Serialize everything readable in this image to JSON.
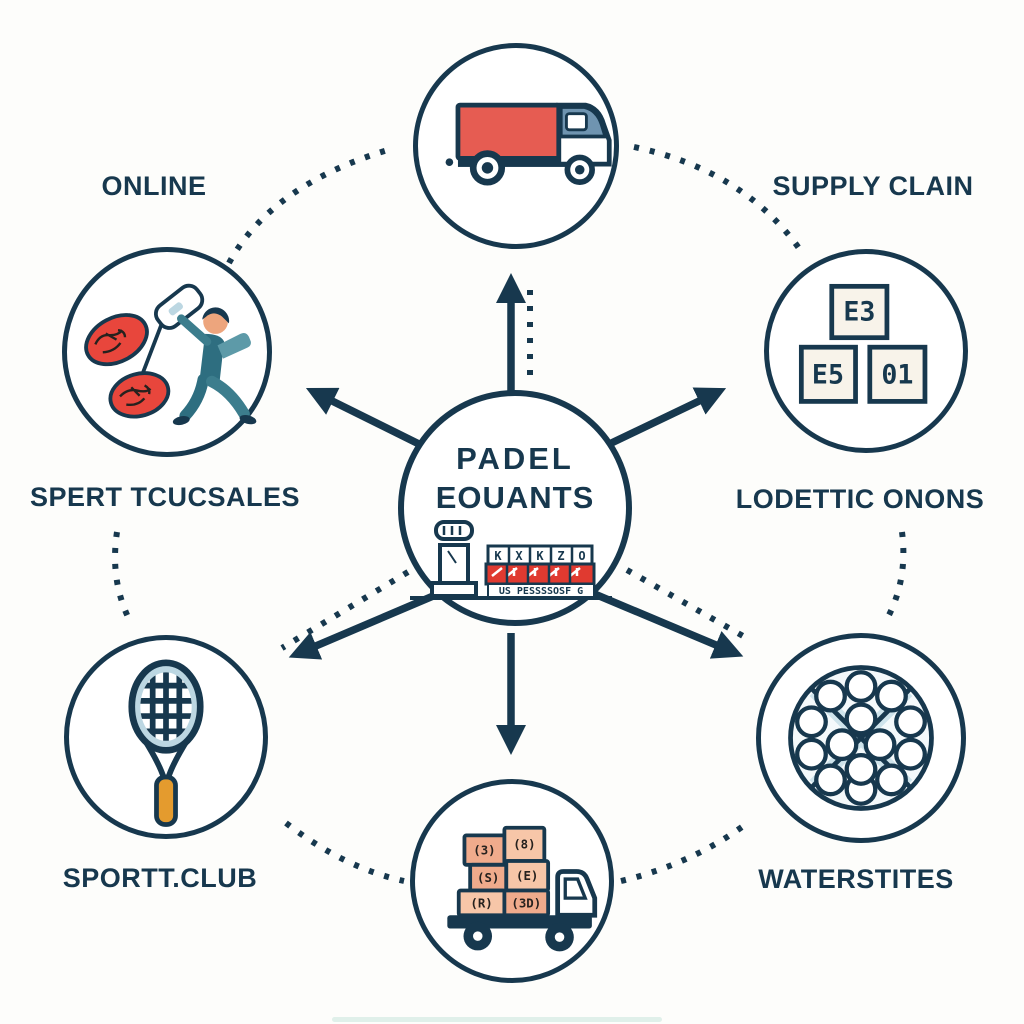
{
  "colors": {
    "navy": "#17384e",
    "red": "#e65c52",
    "bright_red": "#e03a30",
    "steel_blue": "#6f94b0",
    "teal": "#2e6e80",
    "light_teal": "#5d9aa8",
    "skin_peach": "#eda57d",
    "orange": "#e49b2e",
    "box_peach_light": "#f7c6a8",
    "box_peach_dark": "#f0ab8c",
    "cream": "#f8f3ea",
    "light_blue": "#bcd7e2"
  },
  "center": {
    "title_line1": "PADEL",
    "title_line2": "EOUANTS",
    "shelf_glyphs": [
      "K",
      "X",
      "K",
      "Z",
      "O"
    ],
    "shelf_text": "US PESSSSOSF G"
  },
  "labels": {
    "top_left": "ONLINE",
    "top_right": "SUPPLY CLAIN",
    "left": "SPERT TCUCSALES",
    "right": "LODETTIC ONONS",
    "bottom_left": "SPORTT.CLUB",
    "bottom_right": "WATERSTITES"
  },
  "supply_boxes": {
    "a": "E3",
    "b": "E5",
    "c": "01"
  },
  "cargo_boxes": [
    "(3)",
    "(8)",
    "(S)",
    "(E)",
    "(R)",
    "(3D)"
  ]
}
